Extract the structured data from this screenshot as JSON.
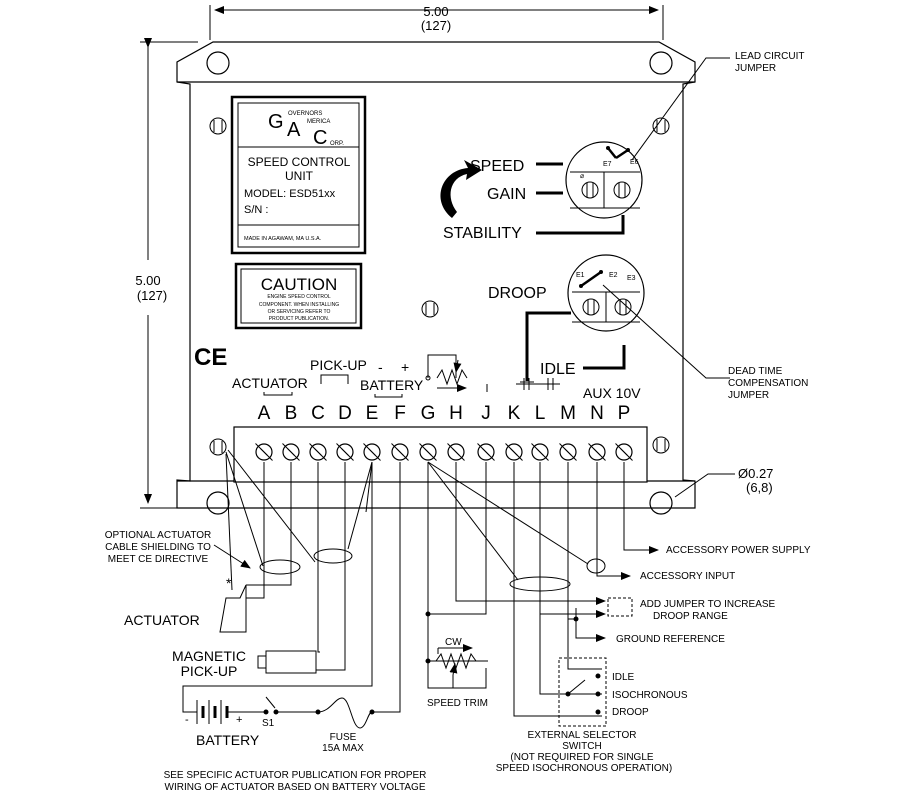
{
  "dimensions": {
    "width_in": "5.00",
    "width_mm": "(127)",
    "height_in": "5.00",
    "height_mm": "(127)"
  },
  "logo": {
    "letters": [
      "G",
      "A",
      "C"
    ],
    "small": [
      "OVERNORS",
      "MERICA",
      "ORP."
    ]
  },
  "nameplate": {
    "title_line1": "SPEED CONTROL",
    "title_line2": "UNIT",
    "model": "MODEL: ESD51xx",
    "serial": "S/N :",
    "made_in": "MADE IN AGAWAM, MA  U.S.A."
  },
  "caution": {
    "title": "CAUTION",
    "lines": [
      "ENGINE SPEED CONTROL",
      "COMPONENT. WHEN INSTALLING",
      "OR SERVICING REFER TO",
      "PRODUCT PUBLICATION."
    ]
  },
  "ce_mark": "CE",
  "adjustments": {
    "speed": "SPEED",
    "gain": "GAIN",
    "stability": "STABILITY",
    "droop": "DROOP",
    "idle": "IDLE"
  },
  "jumpers": {
    "e7": "E7",
    "e6": "E6",
    "e1": "E1",
    "e2": "E2",
    "e3": "E3",
    "lead_circuit": [
      "LEAD CIRCUIT",
      "JUMPER"
    ],
    "dead_time": [
      "DEAD TIME",
      "COMPENSATION",
      "JUMPER"
    ]
  },
  "terminal_groups": {
    "actuator": "ACTUATOR",
    "pickup": "PICK-UP",
    "battery": "BATTERY",
    "minus": "-",
    "plus": "+",
    "aux": "AUX 10V"
  },
  "terminals": [
    "A",
    "B",
    "C",
    "D",
    "E",
    "F",
    "G",
    "H",
    "J",
    "K",
    "L",
    "M",
    "N",
    "P"
  ],
  "mounting_hole": {
    "dia": "Ø0.27",
    "mm": "(6,8)"
  },
  "external": {
    "shield_note": [
      "OPTIONAL ACTUATOR",
      "CABLE SHIELDING TO",
      "MEET CE DIRECTIVE"
    ],
    "asterisk": "*",
    "actuator": "ACTUATOR",
    "pickup": [
      "MAGNETIC",
      "PICK-UP"
    ],
    "battery": "BATTERY",
    "battery_minus": "-",
    "battery_plus": "+",
    "switch": "S1",
    "fuse": [
      "FUSE",
      "15A MAX"
    ],
    "cw": "CW",
    "speed_trim": "SPEED TRIM",
    "accessory_power": "ACCESSORY POWER SUPPLY",
    "accessory_input": "ACCESSORY INPUT",
    "add_jumper": [
      "ADD JUMPER TO INCREASE",
      "DROOP RANGE"
    ],
    "ground_ref": "GROUND REFERENCE",
    "idle": "IDLE",
    "isochronous": "ISOCHRONOUS",
    "droop": "DROOP",
    "selector": [
      "EXTERNAL SELECTOR",
      "SWITCH",
      "(NOT REQUIRED FOR SINGLE",
      "SPEED ISOCHRONOUS OPERATION)"
    ],
    "footnote": [
      "SEE SPECIFIC ACTUATOR PUBLICATION FOR PROPER",
      "WIRING OF ACTUATOR BASED ON BATTERY VOLTAGE"
    ]
  }
}
